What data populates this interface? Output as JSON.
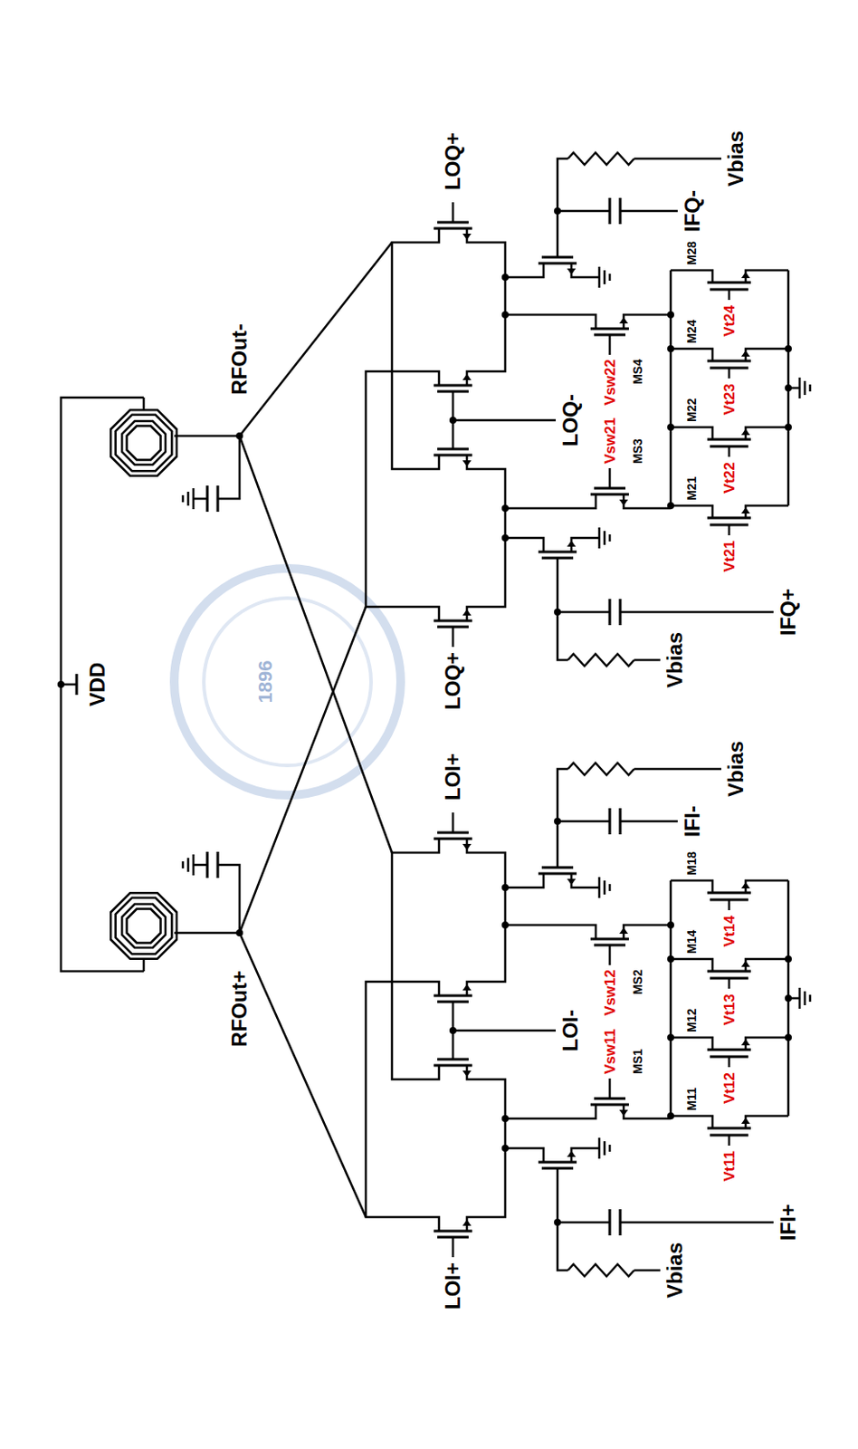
{
  "diagram": {
    "labels": [
      "VDD",
      "RFOut+",
      "RFOut-",
      "1896",
      "LOI+",
      "LOI-",
      "LOI+",
      "LOQ+",
      "LOQ-",
      "LOQ+",
      "Vsw11",
      "Vsw12",
      "Vsw21",
      "Vsw22",
      "MS1",
      "MS2",
      "MS3",
      "MS4",
      "Vbias",
      "IFI-",
      "Vbias",
      "Vbias",
      "IFQ-",
      "Vbias",
      "M11",
      "M12",
      "M14",
      "M18",
      "Vt11",
      "Vt12",
      "Vt13",
      "Vt14",
      "M21",
      "M22",
      "M24",
      "M28",
      "Vt21",
      "Vt22",
      "Vt23",
      "Vt24",
      "IFI+",
      "IFQ+"
    ]
  }
}
